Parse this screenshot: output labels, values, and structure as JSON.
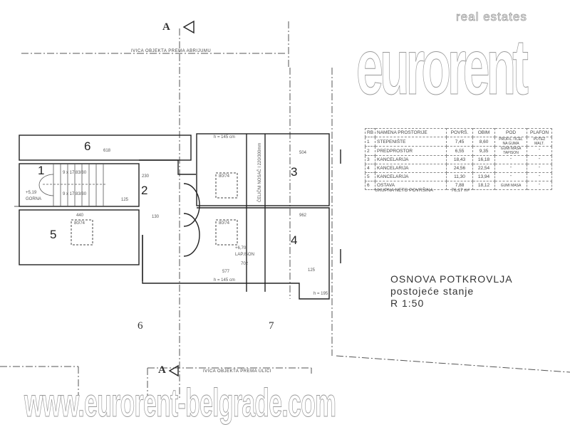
{
  "section_marker": {
    "letter": "A"
  },
  "edges": {
    "top": "IVICA OBJEKTA PREMA ABRIJUMU",
    "bottom": "IVICA OBJEKTA PREMA ULICI"
  },
  "axes": [
    "6",
    "7"
  ],
  "rooms": [
    {
      "num": "1",
      "level": "+5,19",
      "level_note": "GORNA"
    },
    {
      "num": "2"
    },
    {
      "num": "3"
    },
    {
      "num": "4",
      "level": "+6,70",
      "level_note": "LAP.ISON"
    },
    {
      "num": "5"
    },
    {
      "num": "6"
    }
  ],
  "dimensions": {
    "room6_width": "618",
    "room5_width": "440",
    "room3_width": "504",
    "room4_width": "962",
    "room4_a": "702",
    "room4_b": "577",
    "corridor": "230",
    "corridor_b": "130",
    "stairs_upper": "9 x 17,83/30",
    "stairs_lower": "9 x 17,83/30",
    "skylight_3": "80/74",
    "skylight_4": "80/74",
    "skylight_5": "80/74",
    "beam": "ČELIČNI NOSAČ I 220/300mm",
    "h_top": "h = 145 cm",
    "h_bottom": "h = 145 cm",
    "misc_125": "125",
    "misc_c": "125",
    "misc_195": "h = 195"
  },
  "table": {
    "headers": [
      "RB",
      "NAMENA PROSTORIJE",
      "POVRŠ.",
      "OBIM",
      "POD",
      "PLAFON"
    ],
    "rows": [
      [
        "1",
        "STEPENIŠTE",
        "7,45",
        "8,60",
        "PROFIL.TICEL NA GUMA",
        "POTEZ MALT."
      ],
      [
        "2",
        "PREDPROSTOR",
        "6,55",
        "9,35",
        "GUMI MASA TAPISON",
        "\""
      ],
      [
        "3",
        "KANCELARIJA",
        "18,43",
        "16,18",
        "\"",
        "\""
      ],
      [
        "4",
        "KANCELARIJA",
        "24,56",
        "22,54",
        "\"",
        "\""
      ],
      [
        "5",
        "KANCELARIJA",
        "11,30",
        "13,94",
        "\"",
        "\""
      ],
      [
        "6",
        "OSTAVA",
        "7,88",
        "18,12",
        "GUMI MASA",
        "\""
      ]
    ],
    "total_label": "UKUPNA NETO POVRŠINA",
    "total_value": "76,17 m²"
  },
  "title": {
    "line1": "OSNOVA POTKROVLJA",
    "line2": "postojeće stanje",
    "line3": "R 1:50"
  },
  "watermark": {
    "logo": "eurorent",
    "logo_sub": "real estates",
    "url": "www.eurorent-belgrade.com"
  }
}
